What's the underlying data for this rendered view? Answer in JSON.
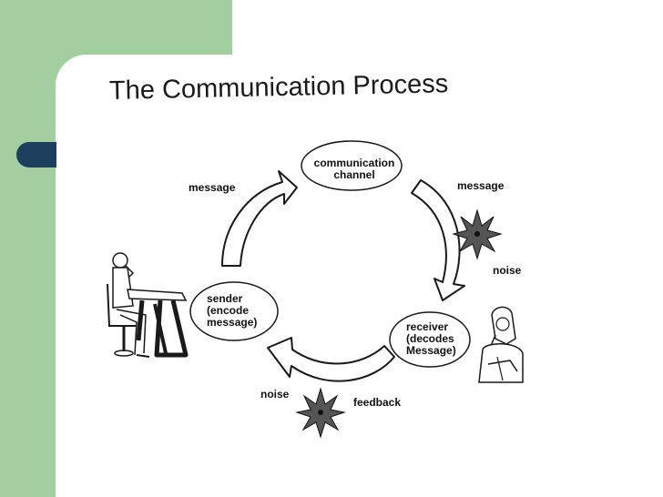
{
  "slide": {
    "title": "The Communication Process"
  },
  "diagram": {
    "nodes": {
      "channel": [
        "communication",
        "channel"
      ],
      "sender": [
        "sender",
        "(encode",
        "message)"
      ],
      "receiver": [
        "receiver",
        "(decodes",
        "Message)"
      ]
    },
    "labels": {
      "message_left": "message",
      "message_right": "message",
      "noise_right": "noise",
      "noise_bottom": "noise",
      "feedback": "feedback"
    }
  },
  "colors": {
    "side_green": "#a3cfa0",
    "tab_navy": "#1c3f5e"
  }
}
